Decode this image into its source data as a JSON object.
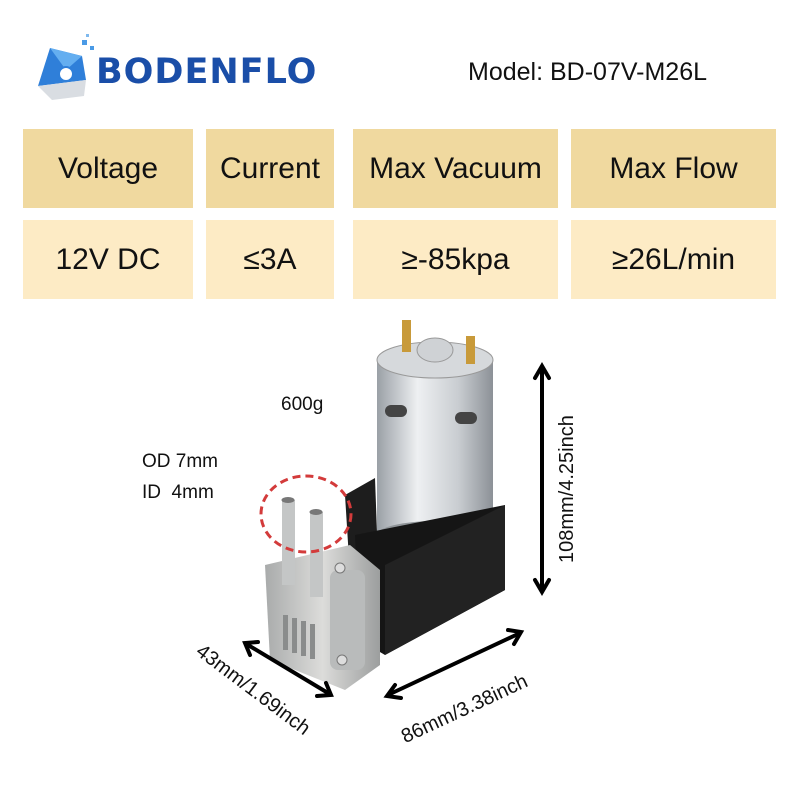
{
  "brand": {
    "name": "BODENFLO",
    "colors": {
      "primary": "#1a4ea8",
      "accent": "#3b9be8"
    }
  },
  "model": "Model: BD-07V-M26L",
  "specs": {
    "headers": [
      "Voltage",
      "Current",
      "Max Vacuum",
      "Max Flow"
    ],
    "values": [
      "12V DC",
      "≤3A",
      "≥-85kpa",
      "≥26L/min"
    ],
    "colors": {
      "header_bg": "#f0d99f",
      "value_bg": "#fdebc5"
    }
  },
  "product": {
    "weight": "600g",
    "od": "OD 7mm",
    "id": "ID  4mm",
    "height": "108mm/4.25inch",
    "width": "43mm/1.69inch",
    "length": "86mm/3.38inch"
  }
}
